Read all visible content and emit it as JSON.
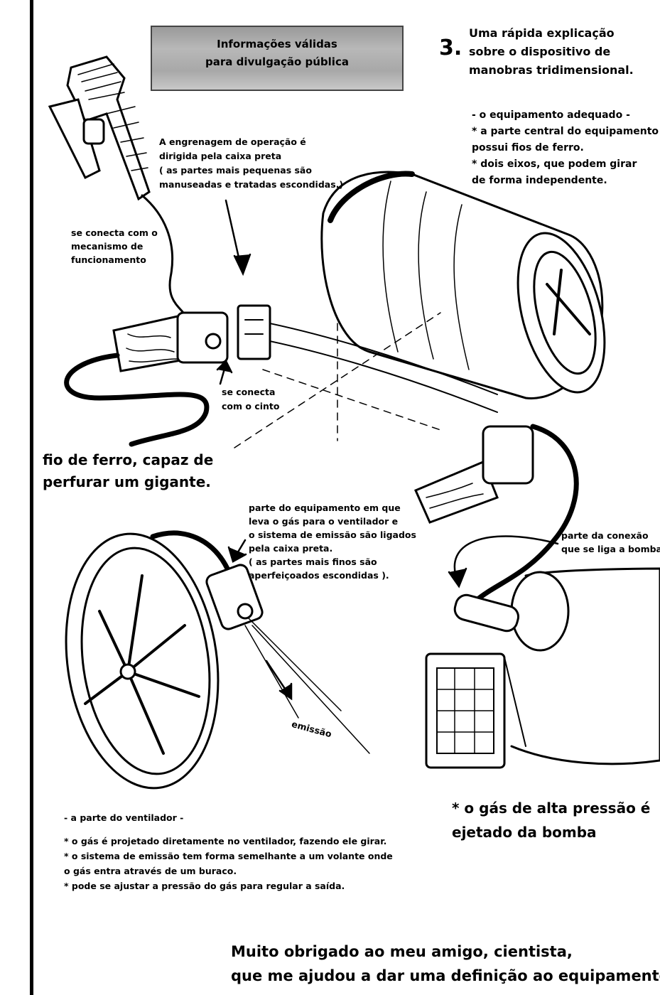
{
  "banner": {
    "line1": "Informações válidas",
    "line2": "para divulgação pública"
  },
  "heading": {
    "number": "3.",
    "line1": "Uma rápida explicação",
    "line2": "sobre o dispositivo de",
    "line3": "manobras tridimensional."
  },
  "equipment_notes": {
    "title": "- o equipamento adequado -",
    "line1": "* a parte central do equipamento",
    "line2": "possui fios de ferro.",
    "line3": "* dois eixos, que podem girar",
    "line4": "de forma independente."
  },
  "gear_note": {
    "line1": "A engrenagem de operação é",
    "line2": "dirigida pela caixa preta",
    "line3": "( as partes mais pequenas são",
    "line4": "manuseadas e tratadas escondidas.)"
  },
  "connects_mechanism": {
    "line1": "se conecta com o",
    "line2": "mecanismo de",
    "line3": "funcionamento"
  },
  "connects_belt": {
    "line1": "se conecta",
    "line2": "com o cinto"
  },
  "iron_wire": {
    "line1": "fio de ferro, capaz de",
    "line2": "perfurar um gigante."
  },
  "gas_part_note": {
    "line1": "parte do equipamento em que",
    "line2": "leva o gás para o ventilador e",
    "line3": "o sistema de emissão são ligados",
    "line4": "pela caixa preta.",
    "line5": "( as partes mais finos são",
    "line6": "aperfeiçoados escondidas  )."
  },
  "connection_note": {
    "line1": "parte da conexão",
    "line2": "que se liga a bomba."
  },
  "emission_label": "emissão",
  "fan_notes": {
    "title": "- a parte do ventilador -",
    "line1": "* o gás é projetado diretamente no ventilador, fazendo ele girar.",
    "line2": "* o sistema de emissão tem forma semelhante a um volante onde",
    "line3": "o gás entra através de um buraco.",
    "line4": "* pode se ajustar a pressão do gás para regular a saída."
  },
  "pump_note": {
    "line1": "* o gás de alta pressão é",
    "line2": "ejetado da bomba"
  },
  "thanks": {
    "line1": "Muito obrigado ao meu amigo, cientista,",
    "line2": "que me ajudou a dar uma definição ao equipamento!"
  }
}
